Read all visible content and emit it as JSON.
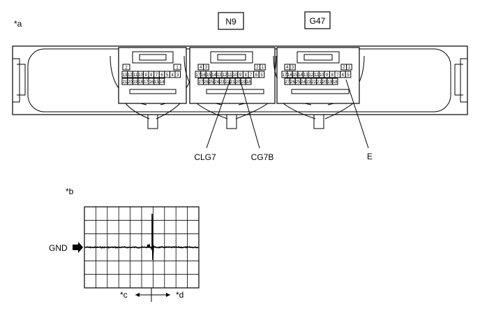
{
  "labels": {
    "a": "*a",
    "b": "*b",
    "c": "*c",
    "d": "*d",
    "gnd": "GND",
    "n9": "N9",
    "g47": "G47",
    "clg7": "CLG7",
    "cg7b": "CG7B",
    "e": "E"
  },
  "connector_left": {
    "row1": [
      "13",
      "12",
      "11",
      "10",
      "9",
      "8",
      "7",
      "6",
      "5",
      "4",
      "3"
    ],
    "row2": [
      "21",
      "20",
      "19",
      "18",
      "17",
      "16",
      "15",
      "14"
    ],
    "top_left": "2",
    "top_right": "1"
  },
  "connector_mid": {
    "row1": [
      "17",
      "16",
      "15",
      "14",
      "13",
      "12",
      "11",
      "10",
      "9",
      "8",
      "7",
      "6",
      "5"
    ],
    "row2": [
      "27",
      "26",
      "25",
      "24",
      "23",
      "22",
      "21",
      "20",
      "19",
      "18"
    ],
    "top_left": [
      "4",
      "3"
    ],
    "top_right": [
      "2",
      "1"
    ]
  },
  "connector_right": {
    "row1": [
      "17",
      "16",
      "15",
      "14",
      "13",
      "12",
      "11",
      "10",
      "9",
      "8",
      "7",
      "6",
      "5"
    ],
    "row2": [
      "27",
      "26",
      "25",
      "24",
      "23",
      "22",
      "21",
      "20",
      "19",
      "18"
    ],
    "top_left": [
      "4",
      "3"
    ],
    "top_right": [
      "2",
      "1"
    ]
  }
}
